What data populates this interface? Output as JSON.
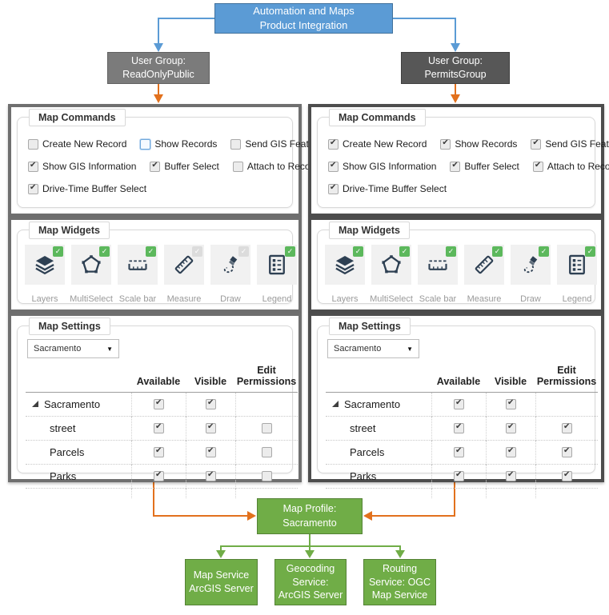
{
  "colors": {
    "accent_blue": "#5B9BD5",
    "accent_blue_dark": "#41719C",
    "accent_orange": "#E2711D",
    "accent_green": "#70AD47",
    "accent_green_dark": "#548235",
    "gray_left": "#7B7B7B",
    "gray_left_border": "#606060",
    "gray_right": "#575757",
    "gray_right_border": "#3F3F3F",
    "panel_border_left": "#6F6F6F",
    "panel_border_right": "#4D4D4D",
    "check_green": "#5CB85C",
    "icon_color": "#2E4053"
  },
  "title_box": {
    "line1": "Automation and Maps",
    "line2": "Product Integration"
  },
  "user_groups": {
    "left": {
      "line1": "User Group:",
      "line2": "ReadOnlyPublic"
    },
    "right": {
      "line1": "User Group:",
      "line2": "PermitsGroup"
    }
  },
  "panels": {
    "left": {
      "commands": {
        "legend": "Map Commands",
        "items": [
          {
            "label": "Create New Record",
            "state": "unchecked"
          },
          {
            "label": "Show Records",
            "state": "focus"
          },
          {
            "label": "Send GIS Feature",
            "state": "unchecked"
          },
          {
            "label": "Show GIS Information",
            "state": "checked"
          },
          {
            "label": "Buffer Select",
            "state": "checked"
          },
          {
            "label": "Attach to Record",
            "state": "unchecked"
          },
          {
            "label": "Drive-Time Buffer Select",
            "state": "checked"
          }
        ]
      },
      "widgets": {
        "legend": "Map Widgets",
        "items": [
          {
            "label": "Layers",
            "state": "on"
          },
          {
            "label": "MultiSelect",
            "state": "on"
          },
          {
            "label": "Scale bar",
            "state": "on"
          },
          {
            "label": "Measure",
            "state": "off"
          },
          {
            "label": "Draw",
            "state": "off"
          },
          {
            "label": "Legend",
            "state": "on"
          }
        ]
      },
      "settings": {
        "legend": "Map Settings",
        "dropdown_value": "Sacramento",
        "columns": [
          "Available",
          "Visible",
          "Edit Permissions"
        ],
        "rows": [
          {
            "name": "Sacramento",
            "available": "checked",
            "visible": "checked",
            "edit": "none"
          },
          {
            "name": "street",
            "available": "checked",
            "visible": "checked",
            "edit": "unchecked"
          },
          {
            "name": "Parcels",
            "available": "checked",
            "visible": "checked",
            "edit": "unchecked"
          },
          {
            "name": "Parks",
            "available": "checked",
            "visible": "checked",
            "edit": "unchecked"
          }
        ]
      }
    },
    "right": {
      "commands": {
        "legend": "Map Commands",
        "items": [
          {
            "label": "Create New Record",
            "state": "checked"
          },
          {
            "label": "Show Records",
            "state": "checked"
          },
          {
            "label": "Send GIS Feature",
            "state": "checked"
          },
          {
            "label": "Show GIS Information",
            "state": "checked"
          },
          {
            "label": "Buffer Select",
            "state": "checked"
          },
          {
            "label": "Attach to Record",
            "state": "checked"
          },
          {
            "label": "Drive-Time Buffer Select",
            "state": "checked"
          }
        ]
      },
      "widgets": {
        "legend": "Map Widgets",
        "items": [
          {
            "label": "Layers",
            "state": "on"
          },
          {
            "label": "MultiSelect",
            "state": "on"
          },
          {
            "label": "Scale bar",
            "state": "on"
          },
          {
            "label": "Measure",
            "state": "on"
          },
          {
            "label": "Draw",
            "state": "on"
          },
          {
            "label": "Legend",
            "state": "on"
          }
        ]
      },
      "settings": {
        "legend": "Map Settings",
        "dropdown_value": "Sacramento",
        "columns": [
          "Available",
          "Visible",
          "Edit Permissions"
        ],
        "rows": [
          {
            "name": "Sacramento",
            "available": "checked",
            "visible": "checked",
            "edit": "none"
          },
          {
            "name": "street",
            "available": "checked",
            "visible": "checked",
            "edit": "checked"
          },
          {
            "name": "Parcels",
            "available": "checked",
            "visible": "checked",
            "edit": "checked"
          },
          {
            "name": "Parks",
            "available": "checked",
            "visible": "checked",
            "edit": "checked"
          }
        ]
      }
    }
  },
  "profile_box": {
    "line1": "Map Profile:",
    "line2": "Sacramento"
  },
  "services": [
    {
      "lines": [
        "Map Service",
        "ArcGIS Server",
        ""
      ]
    },
    {
      "lines": [
        "Geocoding",
        "Service:",
        "ArcGIS Server"
      ]
    },
    {
      "lines": [
        "Routing",
        "Service: OGC",
        "Map Service"
      ]
    }
  ]
}
